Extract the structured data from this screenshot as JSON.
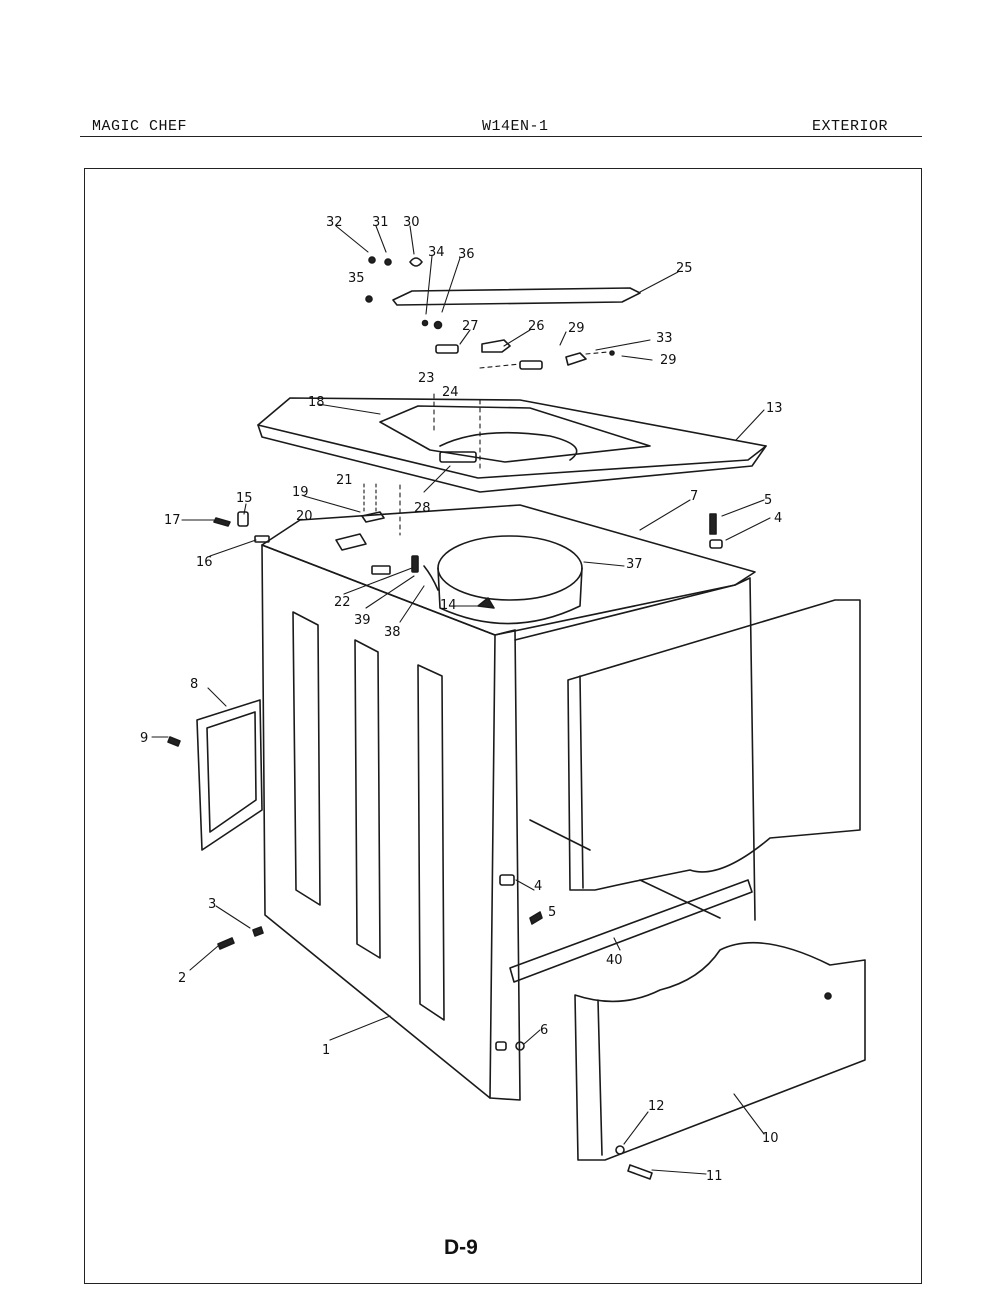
{
  "header": {
    "brand": "MAGIC CHEF",
    "model": "W14EN-1",
    "section": "EXTERIOR"
  },
  "page_code": "D-9",
  "callouts": [
    "1",
    "2",
    "3",
    "4",
    "5",
    "6",
    "7",
    "8",
    "9",
    "10",
    "11",
    "12",
    "13",
    "14",
    "15",
    "16",
    "17",
    "18",
    "19",
    "20",
    "21",
    "22",
    "23",
    "24",
    "25",
    "26",
    "27",
    "28",
    "29",
    "30",
    "31",
    "32",
    "33",
    "34",
    "35",
    "36",
    "37",
    "38",
    "39",
    "40"
  ],
  "callout_extra": [
    "4",
    "5",
    "29"
  ]
}
